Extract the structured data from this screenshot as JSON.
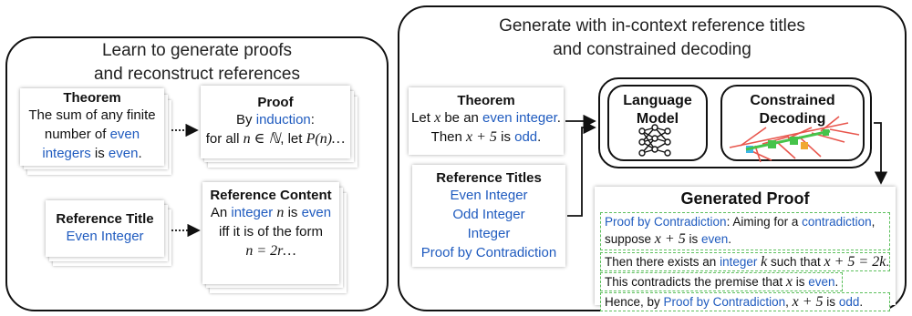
{
  "left_panel": {
    "title_line1": "Learn to generate proofs",
    "title_line2": "and reconstruct references",
    "theorem_card": {
      "heading": "Theorem",
      "l1": "The sum of any finite",
      "l2_a": "number of ",
      "l2_b": "even",
      "l3_a": "integers",
      "l3_b": " is ",
      "l3_c": "even",
      "l3_d": "."
    },
    "proof_card": {
      "heading": "Proof",
      "l1_a": "By ",
      "l1_b": "induction",
      "l1_c": ":",
      "l2_a": "for all ",
      "l2_b": "n ∈ ℕ",
      "l2_c": ", let ",
      "l2_d": "P(n)…"
    },
    "ref_title_card": {
      "heading": "Reference Title",
      "value": "Even Integer"
    },
    "ref_content_card": {
      "heading": "Reference Content",
      "l1_a": "An ",
      "l1_b": "integer",
      "l1_c": " ",
      "l1_d": "n",
      "l1_e": " is ",
      "l1_f": "even",
      "l2": "iff it is of the form",
      "l3": "n = 2r…"
    }
  },
  "right_panel": {
    "title_line1": "Generate with in-context reference titles",
    "title_line2": "and constrained decoding",
    "theorem_card": {
      "heading": "Theorem",
      "l1_a": "Let ",
      "l1_b": "x",
      "l1_c": " be an ",
      "l1_d": "even integer",
      "l1_e": ".",
      "l2_a": "Then ",
      "l2_b": "x + 5",
      "l2_c": " is ",
      "l2_d": "odd",
      "l2_e": "."
    },
    "ref_titles_card": {
      "heading": "Reference Titles",
      "items": [
        "Even Integer",
        "Odd Integer",
        "Integer",
        "Proof by Contradiction"
      ]
    },
    "lm_box": {
      "l1": "Language",
      "l2": "Model"
    },
    "cd_box": {
      "l1": "Constrained",
      "l2": "Decoding"
    },
    "generated_proof": {
      "heading": "Generated Proof",
      "line1_a": "Proof by Contradiction",
      "line1_b": ": Aiming for a ",
      "line1_c": "contradiction",
      "line1_d": ",",
      "line2_a": "suppose ",
      "line2_b": "x + 5",
      "line2_c": " is ",
      "line2_d": "even",
      "line2_e": ".",
      "line3_a": "Then there exists an ",
      "line3_b": "integer",
      "line3_c": " ",
      "line3_d": "k",
      "line3_e": " such that ",
      "line3_f": "x + 5 = 2k",
      "line3_g": ".",
      "line4_a": "This contradicts the premise that ",
      "line4_b": "x",
      "line4_c": " is ",
      "line4_d": "even",
      "line4_e": ".",
      "line5_a": "Hence, by ",
      "line5_b": "Proof by Contradiction",
      "line5_c": ", ",
      "line5_d": "x + 5",
      "line5_e": " is ",
      "line5_f": "odd",
      "line5_g": "."
    }
  },
  "colors": {
    "term_blue": "#1f5bbf",
    "proof_border_green": "#5cbf5c",
    "tree_red": "#e8564d",
    "tree_green": "#46c34a"
  }
}
